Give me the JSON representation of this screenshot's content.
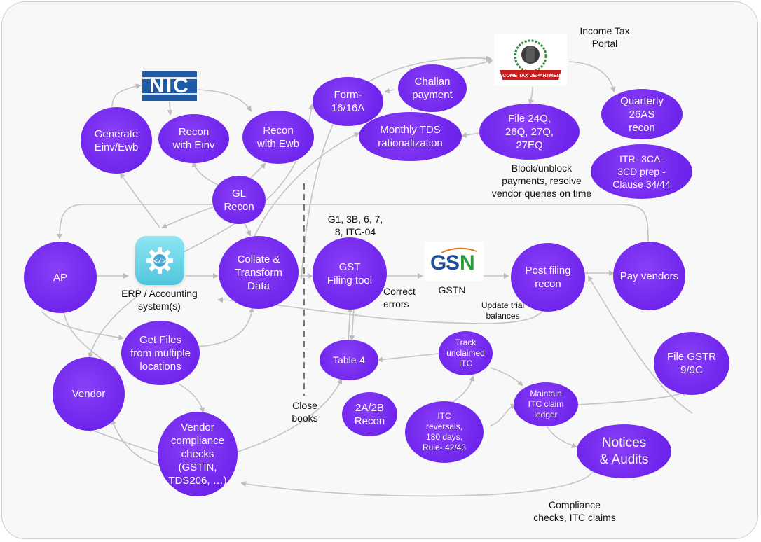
{
  "nodes": {
    "generate_einv": "Generate\nEinv/Ewb",
    "recon_einv": "Recon\nwith Einv",
    "recon_ewb": "Recon\nwith Ewb",
    "form16": "Form-\n16/16A",
    "challan": "Challan\npayment",
    "monthly_tds": "Monthly TDS\nrationalization",
    "file24q": "File 24Q,\n26Q, 27Q,\n27EQ",
    "quarterly26as": "Quarterly\n26AS\nrecon",
    "itr3ca": "ITR- 3CA-\n3CD prep -\nClause 34/44",
    "gl_recon": "GL\nRecon",
    "ap": "AP",
    "collate": "Collate &\nTransform\nData",
    "gst_tool": "GST\nFiling tool",
    "post_filing": "Post filing\nrecon",
    "pay_vendors": "Pay vendors",
    "get_files": "Get Files\nfrom multiple\nlocations",
    "vendor": "Vendor",
    "table4": "Table-4",
    "track_itc": "Track\nunclaimed\nITC",
    "file_gstr9": "File GSTR\n9/9C",
    "maintain_itc": "Maintain\nITC claim\nledger",
    "recon_2a2b": "2A/2B\nRecon",
    "itc_reversals": "ITC\nreversals,\n180 days,\nRule- 42/43",
    "vendor_checks": "Vendor\ncompliance\nchecks\n(GSTIN,\nTDS206, …)",
    "notices": "Notices\n& Audits"
  },
  "labels": {
    "income_tax_portal": "Income Tax\nPortal",
    "block_unblock": "Block/unblock\npayments, resolve\nvendor queries on time",
    "g1_forms": "G1, 3B, 6, 7,\n8, ITC-04",
    "erp": "ERP / Accounting\nsystem(s)",
    "correct_errors": "Correct\nerrors",
    "gstn": "GSTN",
    "update_trial": "Update trial\nbalances",
    "close_books": "Close\nbooks",
    "compliance_checks": "Compliance\nchecks, ITC claims"
  },
  "logos": {
    "nic": "NIC",
    "income_tax_badge": "INCOME TAX DEPARTMENT",
    "gstn_mark": "GSTN"
  },
  "colors": {
    "node_fill": "#7a2ff0",
    "edge": "#c2c2c2",
    "nic_blue": "#1f5aa6",
    "erp_cyan": "#4fc6dd",
    "itd_red": "#c81e1e"
  }
}
